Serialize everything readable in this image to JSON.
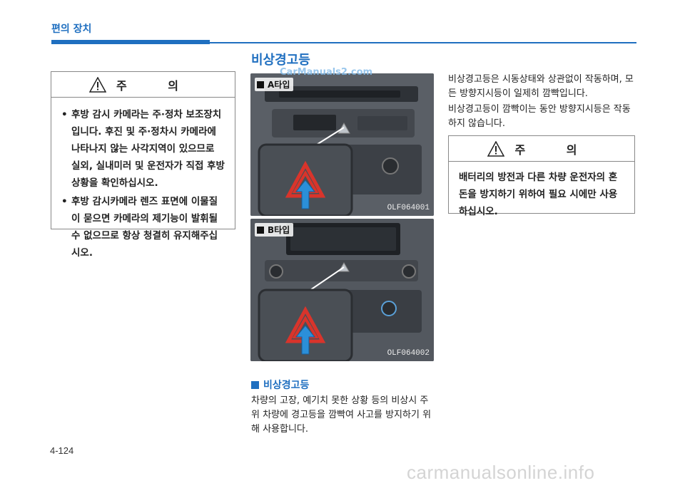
{
  "header": {
    "title": "편의 장치"
  },
  "page_number": "4-124",
  "section_title": "비상경고등",
  "watermark_top": "CarManuals2.com",
  "footer_watermark": "carmanualsonline.info",
  "caution_left": {
    "label": "주 의",
    "items": [
      "후방 감시 카메라는 주·정차 보조장치입니다. 후진 및 주·정차시 카메라에 나타나지 않는 사각지역이 있으므로 실외, 실내미러 및 운전자가 직접 후방상황을 확인하십시오.",
      "후방 감시카메라 렌즈 표면에 이물질이 묻으면 카메라의 제기능이 발휘될 수 없으므로 항상 청결히 유지해주십시오."
    ]
  },
  "figures": [
    {
      "type_label": "A타입",
      "code": "OLF064001"
    },
    {
      "type_label": "B타입",
      "code": "OLF064002"
    }
  ],
  "right_text": {
    "p1": "비상경고등은 시동상태와 상관없이 작동하며, 모든 방향지시등이 일제히 깜빡입니다.",
    "p2": "비상경고등이 깜빡이는 동안 방향지시등은 작동하지 않습니다."
  },
  "caution_right": {
    "label": "주 의",
    "text": "배터리의 방전과 다른 차량 운전자의 혼돈을 방지하기 위하여 필요 시에만 사용하십시오."
  },
  "subsection": {
    "title": "비상경고등",
    "text": "차량의 고장, 예기치 못한 상황 등의 비상시 주위 차량에 경고등을 깜빡여 사고를 방지하기 위해 사용합니다."
  },
  "colors": {
    "accent": "#1f6fc0",
    "hazard_red": "#d9342b",
    "arrow_blue": "#2b8fd9"
  }
}
